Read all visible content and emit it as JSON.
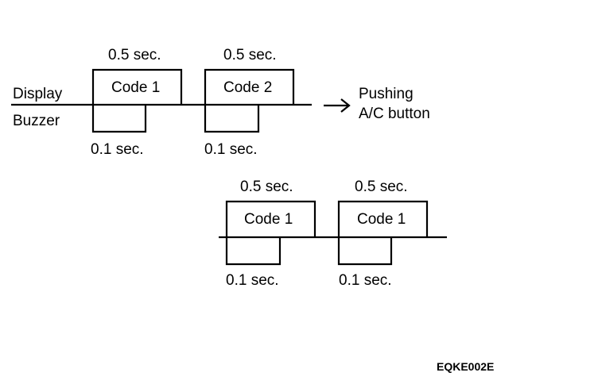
{
  "labels": {
    "display": "Display",
    "buzzer": "Buzzer",
    "action_line1": "Pushing",
    "action_line2": "A/C button",
    "reference": "EQKE002E"
  },
  "timing": {
    "display_duration": "0.5 sec.",
    "buzzer_duration": "0.1 sec."
  },
  "sequences": [
    {
      "name": "before-ac-button",
      "codes": [
        "Code 1",
        "Code 2"
      ]
    },
    {
      "name": "after-ac-button",
      "codes": [
        "Code 1",
        "Code 1"
      ]
    }
  ],
  "icons": {
    "arrow": "right-arrow-icon"
  },
  "colors": {
    "ink": "#000000",
    "background": "#ffffff"
  }
}
